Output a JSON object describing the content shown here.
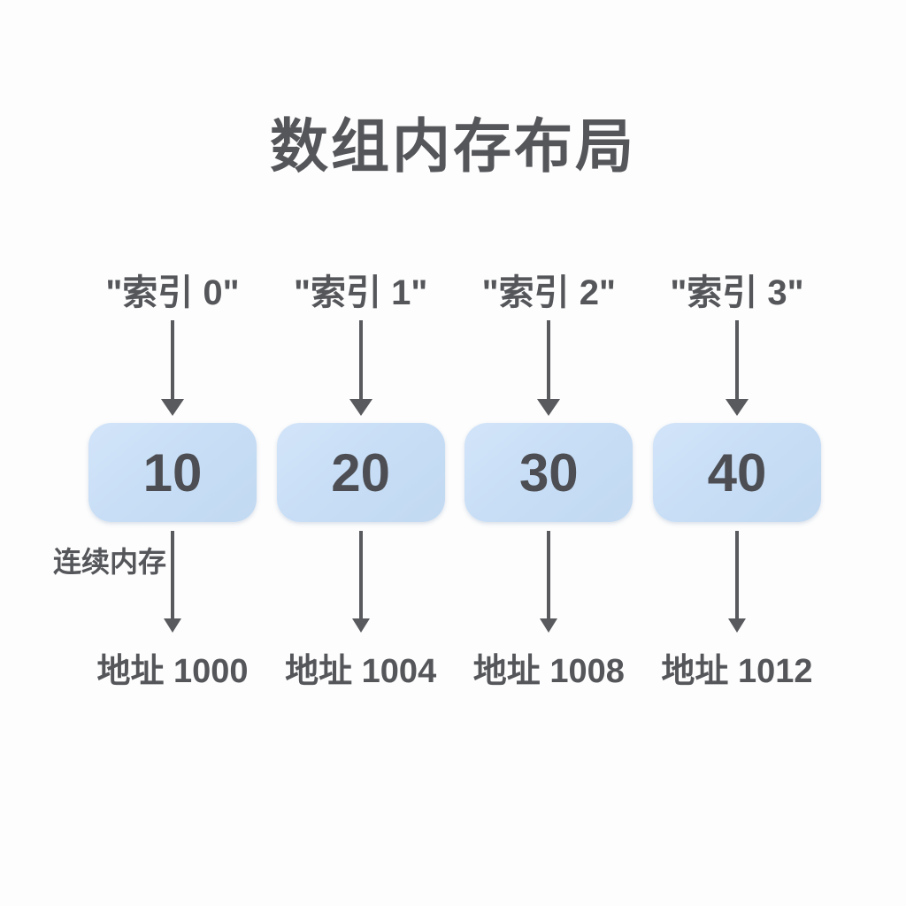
{
  "title": "数组内存布局",
  "memory_label": "连续内存",
  "colors": {
    "box_fill": "#c8def5",
    "text": "#55565a",
    "arrow": "#595a5e",
    "background": "#fdfdfd"
  },
  "columns": [
    {
      "index_label": "\"索引 0\"",
      "value": "10",
      "address": "地址 1000"
    },
    {
      "index_label": "\"索引 1\"",
      "value": "20",
      "address": "地址 1004"
    },
    {
      "index_label": "\"索引 2\"",
      "value": "30",
      "address": "地址 1008"
    },
    {
      "index_label": "\"索引 3\"",
      "value": "40",
      "address": "地址 1012"
    }
  ]
}
